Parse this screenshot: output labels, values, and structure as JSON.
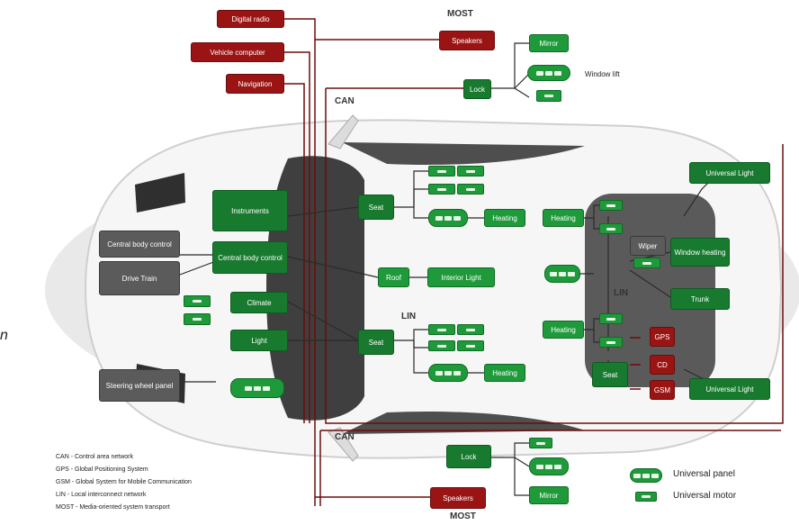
{
  "colors": {
    "red_module": "#9a1414",
    "green_module": "#1f9a3a",
    "gray_module": "#5b5b5b",
    "wire": "#6d0c0c",
    "car_body": "#f4f4f4",
    "glass": "#4a4a4a"
  },
  "bus_labels": {
    "most_top": "MOST",
    "most_bottom": "MOST",
    "can_top": "CAN",
    "can_bottom": "CAN",
    "lin_center": "LIN",
    "lin_rear": "LIN"
  },
  "side_label": "n",
  "modules": {
    "digital_radio": "Digital radio",
    "vehicle_computer": "Vehicle computer",
    "navigation": "Navigation",
    "speakers_top": "Speakers",
    "lock_top": "Lock",
    "mirror_top": "Mirror",
    "window_lift": "Window lift",
    "universal_light_top": "Universal Light",
    "instruments": "Instruments",
    "central_body_control_ext": "Central body control",
    "drive_train": "Drive Train",
    "central_body_control": "Central body control",
    "climate": "Climate",
    "light": "Light",
    "steering_wheel_panel": "Steering wheel panel",
    "seat_front_top": "Seat",
    "heating_front_top": "Heating",
    "roof": "Roof",
    "interior_light": "Interior Light",
    "seat_front_bottom": "Seat",
    "heating_front_bottom": "Heating",
    "heating_rear_top": "Heating",
    "wiper": "Wiper",
    "window_heating": "Window heating",
    "trunk": "Trunk",
    "heating_rear_bottom": "Heating",
    "seat_rear": "Seat",
    "gps": "GPS",
    "cd": "CD",
    "gsm": "GSM",
    "universal_light_bottom": "Universal Light",
    "lock_bottom": "Lock",
    "speakers_bottom": "Speakers",
    "mirror_bottom": "Mirror"
  },
  "legend": {
    "can": "CAN - Control area network",
    "gps": "GPS - Global Positioning System",
    "gsm": "GSM - Global System for Mobile Communication",
    "lin": "LIN - Local interconnect network",
    "most": "MOST - Media-oriented system transport",
    "universal_panel": "Universal panel",
    "universal_motor": "Universal motor"
  }
}
